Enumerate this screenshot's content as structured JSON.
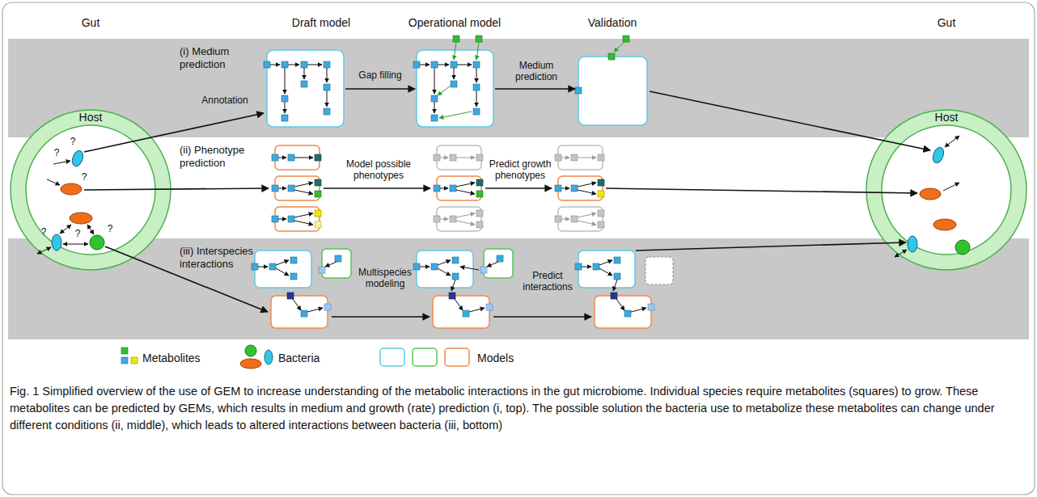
{
  "diagram": {
    "caption": "Fig. 1 Simplified overview of the use of GEM to increase understanding of the metabolic interactions in the gut microbiome. Individual species require metabolites (squares) to grow. These metabolites can be predicted by GEMs, which results in medium and growth (rate) prediction (i, top). The possible solution the bacteria use to metabolize these metabolites can change under different conditions (ii, middle), which leads to altered interactions between bacteria (iii, bottom)",
    "nodes": [
      {
        "text": [
          "(i) Medium prediction"
        ]
      },
      {
        "text": [
          "(ii) Phenotype prediction"
        ]
      },
      {
        "text": [
          "(iii) Interspecies interactions"
        ]
      },
      {
        "text": [
          "Host"
        ]
      },
      {
        "text": [
          "Host"
        ]
      }
    ],
    "labels": [
      "Gut",
      "Draft model",
      "Operational model",
      "Validation",
      "Gut",
      "?",
      "?",
      "?",
      "?",
      "?",
      "?",
      "Annotation",
      "Gap filling",
      "Medium prediction",
      "Model possible phenotypes",
      "Predict growth phenotypes",
      "Multispecies modeling",
      "Predict interactions"
    ],
    "legend": [
      {
        "text": "Metabolites"
      },
      {
        "text": "Bacteria"
      },
      {
        "text": "Models"
      }
    ]
  }
}
